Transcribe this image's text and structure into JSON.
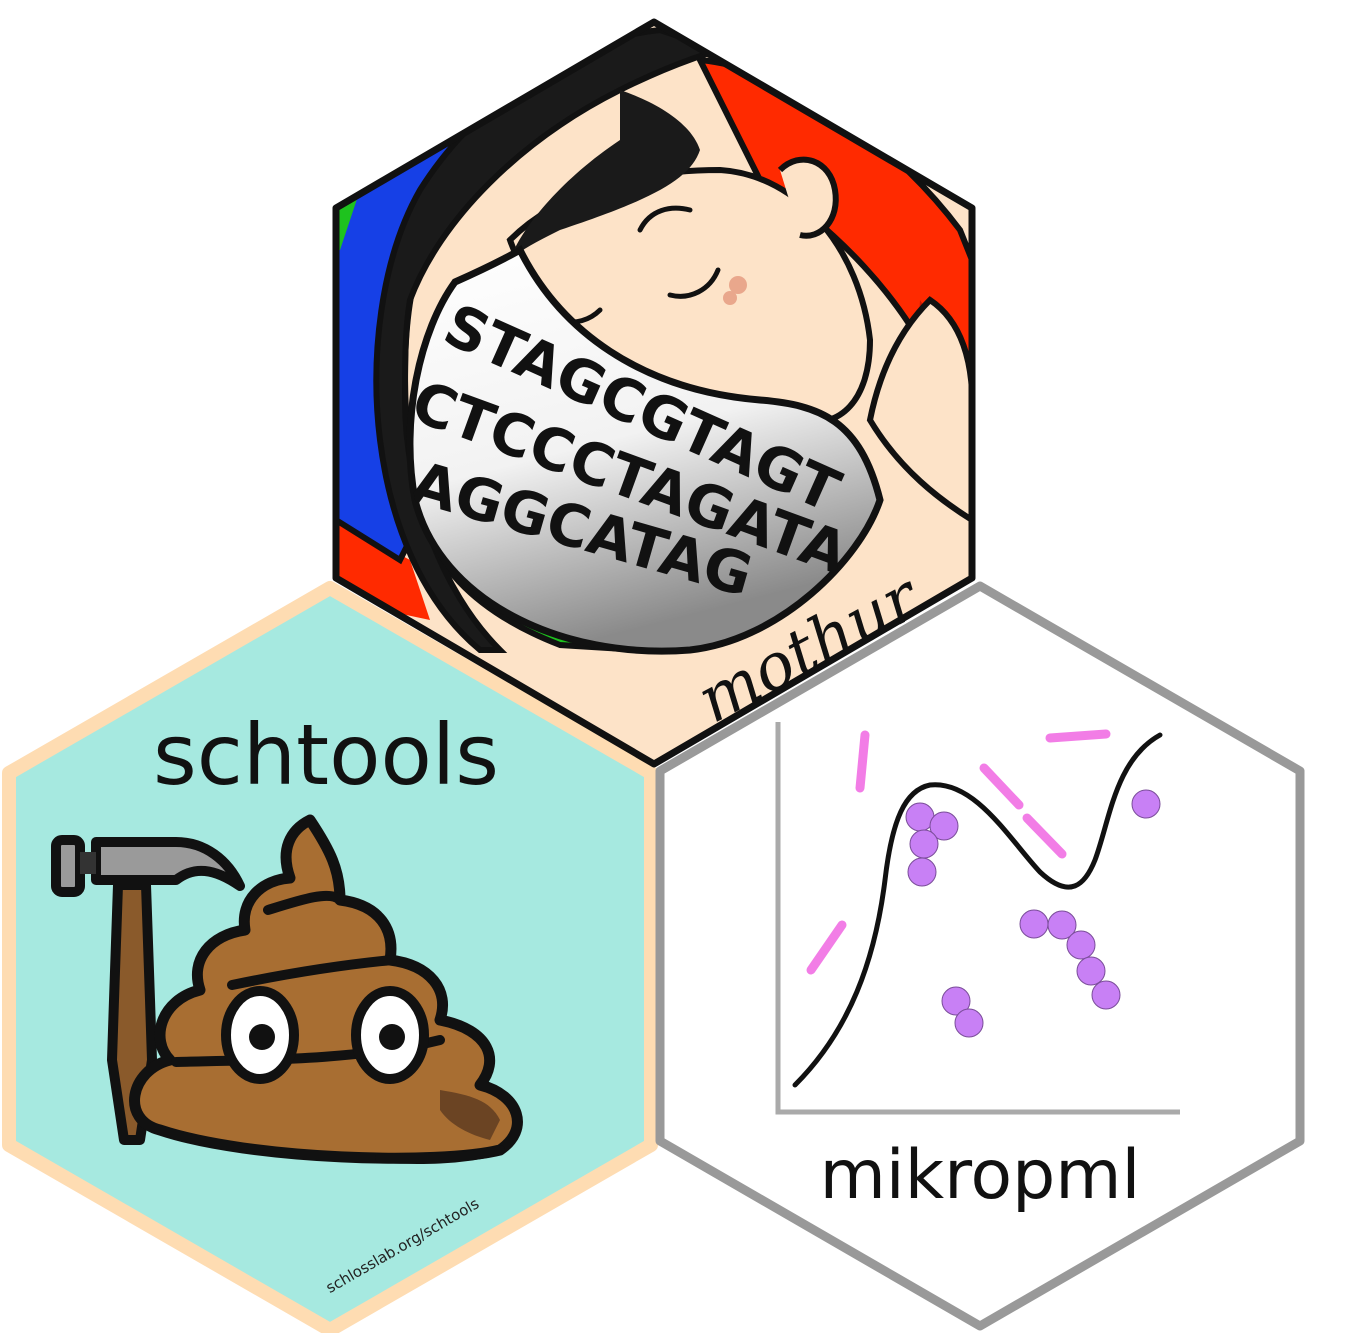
{
  "stickers": {
    "mothur": {
      "name": "mothur",
      "sequence_rows": [
        "STAGCGTAGT",
        "CTCCCTAGATA",
        "AGGCATAG"
      ],
      "colors": {
        "border": "#111111",
        "skin": "#fde3c8",
        "hair": "#1a1a1a",
        "red": "#ff2a00",
        "blue": "#1640e6",
        "green": "#1ec21e"
      }
    },
    "schtools": {
      "title": "schtools",
      "url": "schlosslab.org/schtools",
      "colors": {
        "fill": "#a6e9e0",
        "border": "#fedcb2",
        "poop": "#a86e32",
        "poop_dark": "#6b4423",
        "hammer_head": "#999999",
        "handle": "#8a5a2b"
      }
    },
    "mikropml": {
      "title": "mikropml",
      "colors": {
        "border": "#999999",
        "fill": "#ffffff",
        "cocci": "#c880f5",
        "rods": "#f27de6",
        "axis": "#aaaaaa"
      }
    }
  }
}
